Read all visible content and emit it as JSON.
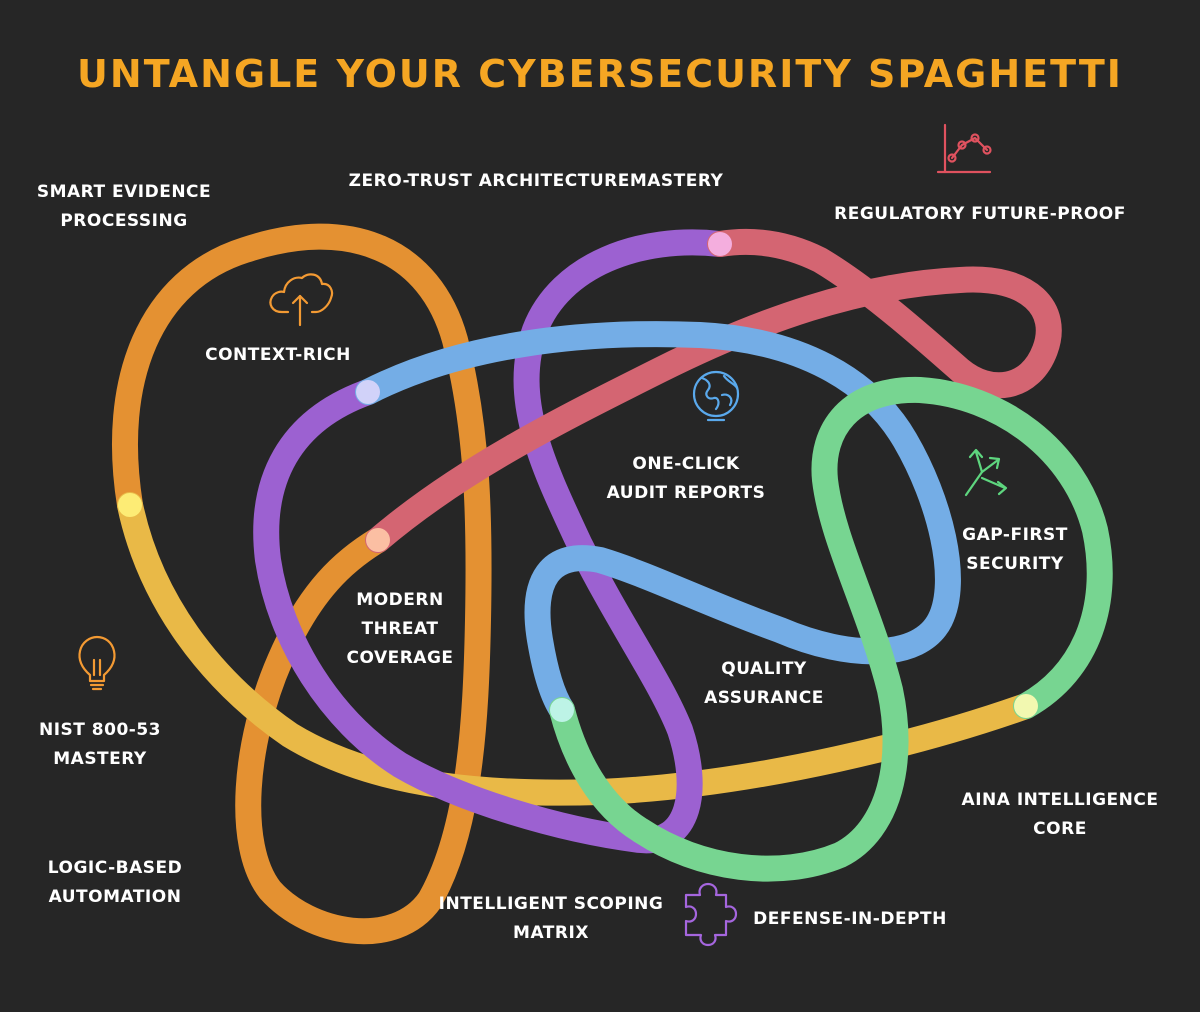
{
  "title": "UNTANGLE YOUR CYBERSECURITY SPAGHETTI",
  "colors": {
    "background": "#262626",
    "title": "#f5a623",
    "loop_orange": "#f39a33",
    "loop_yellow": "#f8c54a",
    "loop_purple": "#a566de",
    "loop_blue": "#7ab8f5",
    "loop_red": "#e26a78",
    "loop_green": "#7ee39a"
  },
  "labels": {
    "smart_evidence": [
      "SMART EVIDENCE",
      "PROCESSING"
    ],
    "zero_trust": "ZERO-TRUST ARCHITECTUREMASTERY",
    "regulatory": "REGULATORY FUTURE-PROOF",
    "context_rich": "CONTEXT-RICH",
    "one_click": [
      "ONE-CLICK",
      "AUDIT REPORTS"
    ],
    "gap_first": [
      "GAP-FIRST",
      "SECURITY"
    ],
    "modern_threat": [
      "MODERN",
      "THREAT",
      "COVERAGE"
    ],
    "quality": [
      "QUALITY",
      "ASSURANCE"
    ],
    "nist": [
      "NIST 800-53",
      "MASTERY"
    ],
    "aina": [
      "AINA INTELLIGENCE",
      "CORE"
    ],
    "logic": [
      "LOGIC-BASED",
      "AUTOMATION"
    ],
    "scoping": [
      "INTELLIGENT SCOPING",
      "MATRIX"
    ],
    "defense": "DEFENSE-IN-DEPTH"
  },
  "icons": {
    "chart": "line-chart-icon",
    "cloud": "cloud-upload-icon",
    "globe": "globe-icon",
    "arrows": "branching-arrows-icon",
    "bulb": "lightbulb-icon",
    "puzzle": "puzzle-piece-icon"
  }
}
